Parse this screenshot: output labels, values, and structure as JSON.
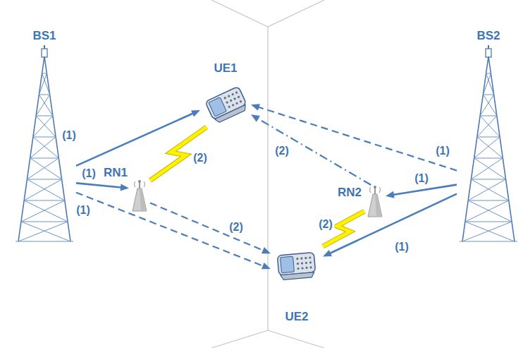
{
  "diagram": {
    "nodes": [
      {
        "text": [
          "BS1"
        ]
      },
      {
        "text": [
          "UE1"
        ]
      },
      {
        "text": [
          "BS2"
        ]
      },
      {
        "text": [
          "RN1"
        ]
      },
      {
        "text": [
          "RN2"
        ]
      },
      {
        "text": [
          "UE2"
        ]
      }
    ],
    "edges": [
      {
        "from": 0,
        "to": 1,
        "arrow": "to",
        "label": "(1)"
      },
      {
        "from": 0,
        "to": 3,
        "arrow": "to",
        "label": "(1)"
      },
      {
        "from": 0,
        "to": 5,
        "arrow": "to",
        "label": "(1)"
      },
      {
        "from": 3,
        "to": 1,
        "arrow": "none",
        "label": "(2)"
      },
      {
        "from": 3,
        "to": 5,
        "arrow": "to",
        "label": "(2)"
      },
      {
        "from": 2,
        "to": 1,
        "arrow": "to",
        "label": "(1)"
      },
      {
        "from": 2,
        "to": 4,
        "arrow": "to",
        "label": "(1)"
      },
      {
        "from": 2,
        "to": 5,
        "arrow": "to",
        "label": "(1)"
      },
      {
        "from": 4,
        "to": 5,
        "arrow": "none",
        "label": "(2)"
      },
      {
        "from": 4,
        "to": 1,
        "arrow": "to",
        "label": "(2)"
      }
    ]
  }
}
